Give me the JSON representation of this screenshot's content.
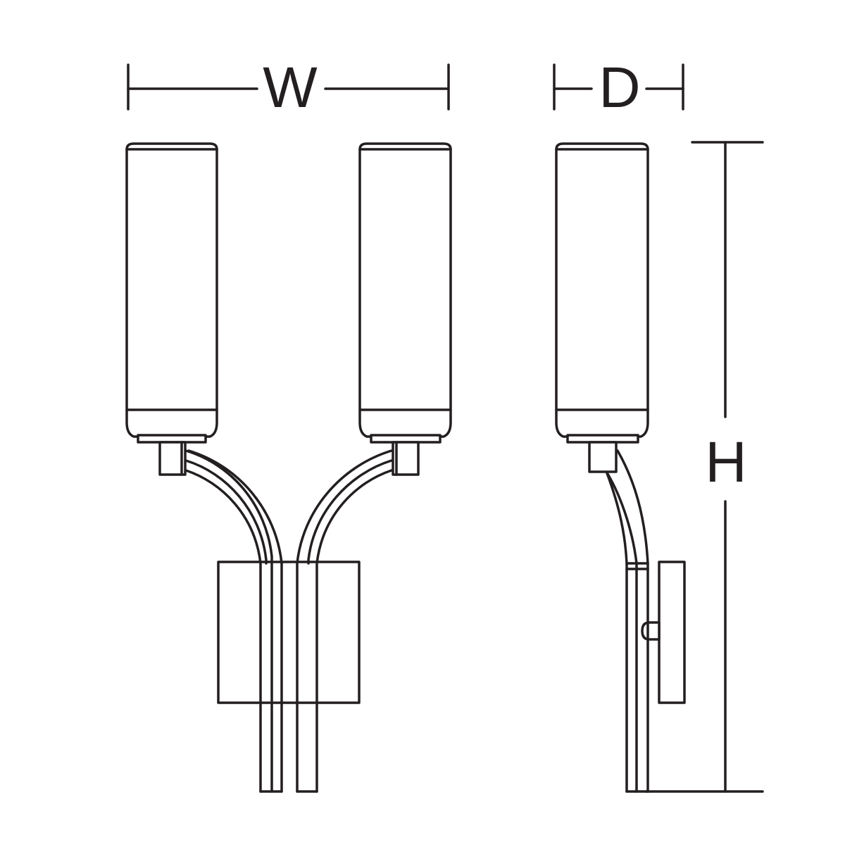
{
  "diagram": {
    "dimensions": {
      "width_label": "W",
      "depth_label": "D",
      "height_label": "H"
    },
    "colors": {
      "line": "#231f20",
      "background": "#ffffff"
    }
  }
}
